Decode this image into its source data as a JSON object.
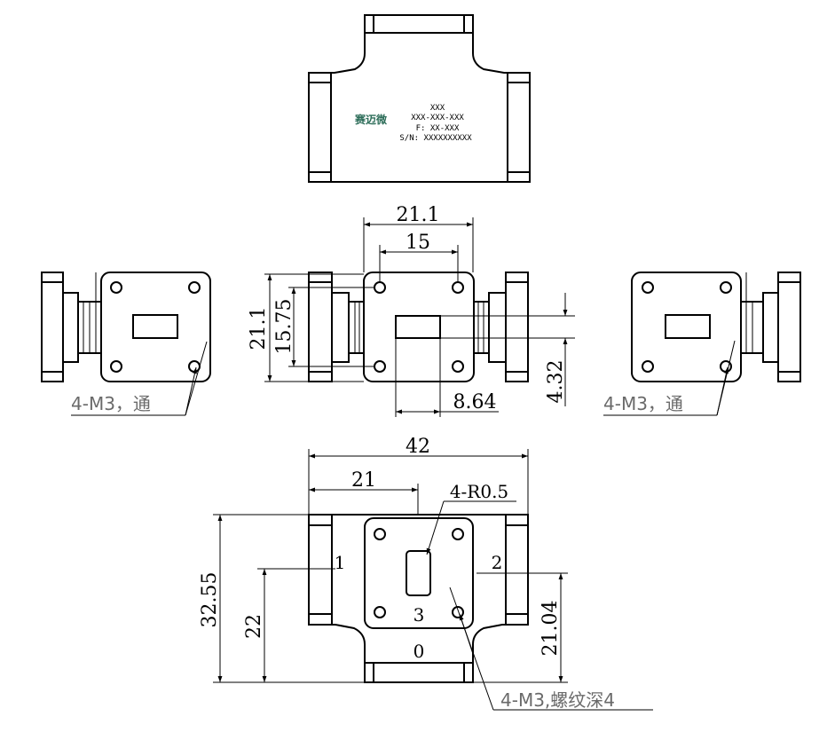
{
  "label": {
    "logo": "赛迈微",
    "line1": "XXX",
    "line2": "XXX-XXX-XXX",
    "line3": "F: XX-XXX",
    "line4": "S/N: XXXXXXXXXX"
  },
  "dims": {
    "front_width": "21.1",
    "front_hole_pitch": "15",
    "front_height": "21.1",
    "front_hole_pitch_v": "15.75",
    "aperture_width": "8.64",
    "aperture_height": "4.32",
    "total_width": "42",
    "half_width": "21",
    "corner_radius": "4-R0.5",
    "total_height": "32.55",
    "port_center_height": "22",
    "right_port_height": "21.04"
  },
  "notes": {
    "holes_through": "4-M3，通",
    "holes_threaded": "4-M3,螺纹深4"
  },
  "ports": {
    "p0": "0",
    "p1": "1",
    "p2": "2",
    "p3": "3"
  }
}
